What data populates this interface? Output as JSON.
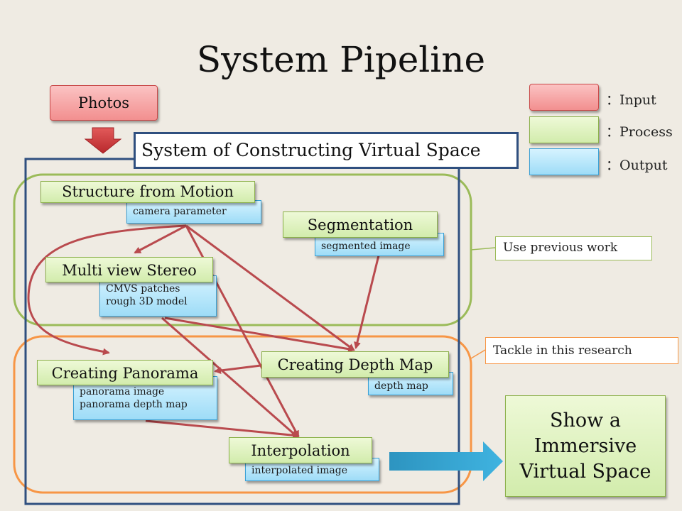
{
  "title": "System Pipeline",
  "input_label": "Photos",
  "system_label": "System of Constructing Virtual Space",
  "legend": {
    "input": "：Input",
    "process": "：Process",
    "output": "：Output"
  },
  "processes": {
    "sfm": "Structure from Motion",
    "mvs": "Multi view Stereo",
    "segmentation": "Segmentation",
    "depth_map": "Creating Depth Map",
    "panorama": "Creating Panorama",
    "interpolation": "Interpolation"
  },
  "outputs": {
    "sfm": "camera parameter",
    "mvs": "CMVS patches\nrough 3D model",
    "segmentation": "segmented image",
    "depth_map": "depth map",
    "panorama": "panorama image\npanorama depth map",
    "interpolation": "interpolated image"
  },
  "notes": {
    "previous": "Use previous work",
    "research": "Tackle in this research"
  },
  "result": "Show a\nImmersive\nVirtual Space",
  "colors": {
    "input": "#f28f8f",
    "process": "#d2ecac",
    "output": "#9edcf7",
    "arrow": "#b94a4e",
    "green_region": "#9bbb59",
    "orange_region": "#f79646",
    "system_border": "#2f4f7f"
  }
}
